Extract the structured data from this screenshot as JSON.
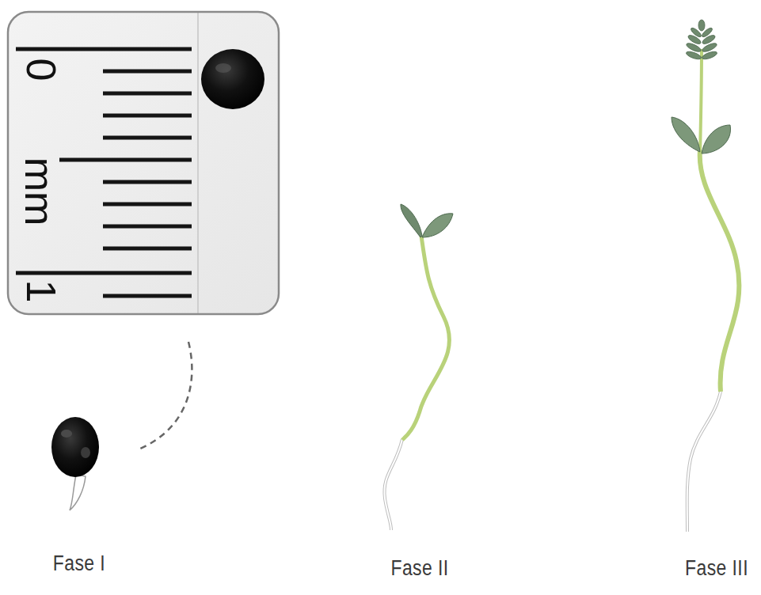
{
  "diagram": {
    "labels": [
      "0",
      "mm",
      "1",
      "Fase I",
      "Fase II",
      "Fase III"
    ]
  }
}
